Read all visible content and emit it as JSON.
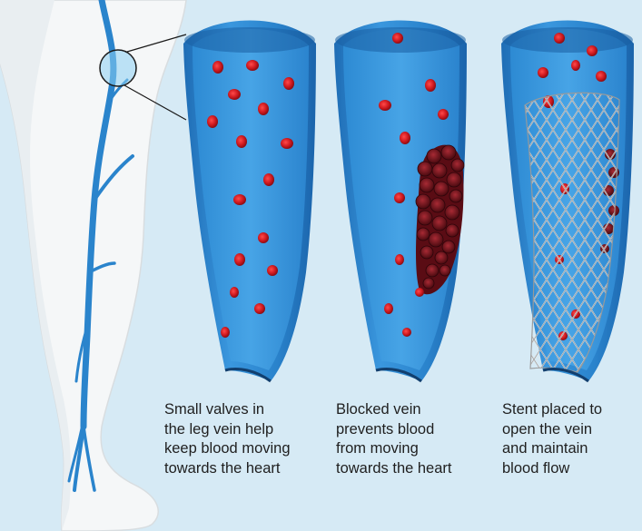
{
  "figure": {
    "panels": [
      {
        "id": "healthy-vein",
        "caption_lines": [
          "Small valves in",
          "the leg vein help",
          "keep blood moving",
          "towards the heart"
        ]
      },
      {
        "id": "blocked-vein",
        "caption_lines": [
          "Blocked vein",
          "prevents blood",
          "from moving",
          "towards the heart"
        ]
      },
      {
        "id": "stented-vein",
        "caption_lines": [
          "Stent placed to",
          "open the vein",
          "and maintain",
          "blood flow"
        ]
      }
    ],
    "colors": {
      "background": "#d6eaf5",
      "leg": "#f7f9fa",
      "vein": "#2b86cf",
      "vein_dark": "#1a5fa3",
      "vein_light": "#5fb1ea",
      "blood_cell": "#c8151b",
      "clot": "#6b1018",
      "stent": "#c9c9c9"
    }
  }
}
